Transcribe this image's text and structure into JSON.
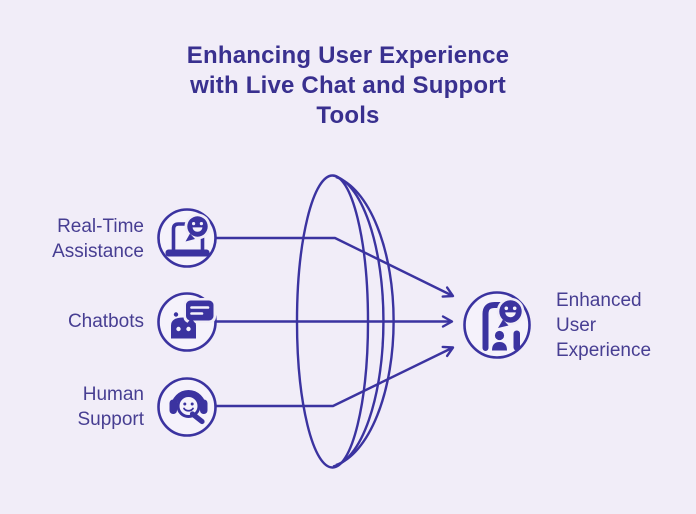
{
  "title": {
    "lines": [
      "Enhancing User Experience",
      "with Live Chat and Support",
      "Tools"
    ]
  },
  "inputs": [
    {
      "id": "real-time-assistance",
      "label_lines": [
        "Real-Time",
        "Assistance"
      ],
      "icon": "laptop-chat-icon"
    },
    {
      "id": "chatbots",
      "label_lines": [
        "Chatbots"
      ],
      "icon": "robot-chat-icon"
    },
    {
      "id": "human-support",
      "label_lines": [
        "Human",
        "Support"
      ],
      "icon": "headset-support-icon"
    }
  ],
  "output": {
    "id": "enhanced-user-experience",
    "label_lines": [
      "Enhanced",
      "User",
      "Experience"
    ],
    "icon": "person-feedback-icon"
  },
  "diagram": {
    "type": "funnel-lens-convergence",
    "connector_count": 3,
    "lens_shape": "3d-convex-lens"
  },
  "colors": {
    "primary": "#3B33A0",
    "title": "#39308F",
    "label": "#473E92",
    "bg": "#F1EDF8",
    "node": "#F5F2FB",
    "light": "#F5F2FB"
  }
}
